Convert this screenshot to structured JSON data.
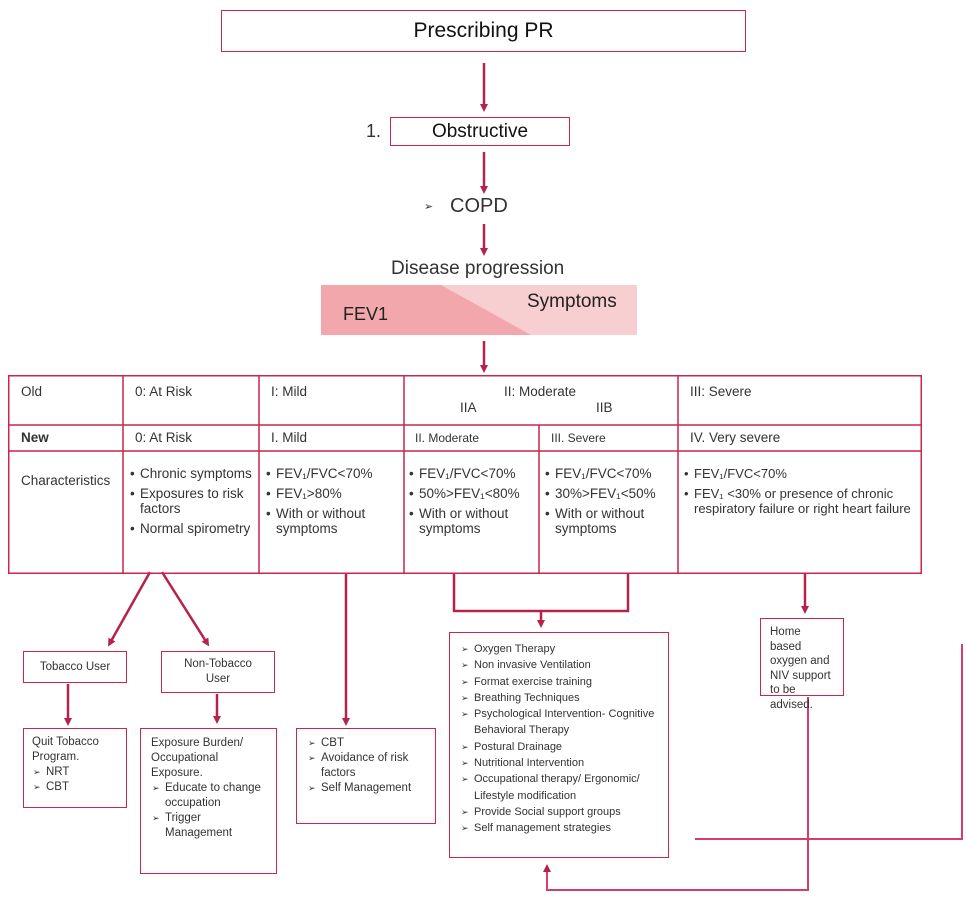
{
  "title": "Prescribing PR",
  "step": {
    "number": "1.",
    "label": "Obstructive"
  },
  "condition": {
    "bullet": "➢",
    "label": "COPD"
  },
  "progression": {
    "heading": "Disease progression",
    "left_label": "FEV1",
    "right_label": "Symptoms",
    "colors": {
      "left": "#f1a7ab",
      "right": "#f8cfd1"
    }
  },
  "table": {
    "old_row": {
      "label": "Old",
      "c1": "0: At Risk",
      "c2": "I: Mild",
      "c3": "II: Moderate",
      "c3a": "IIA",
      "c3b": "IIB",
      "c4": "III: Severe"
    },
    "new_row": {
      "label": "New",
      "c1": "0: At Risk",
      "c2": "I. Mild",
      "c3": "II. Moderate",
      "c4": "III. Severe",
      "c5": "IV. Very severe"
    },
    "char_row": {
      "label": "Characteristics",
      "c1": [
        "Chronic symptoms",
        "Exposures to risk factors",
        "Normal spirometry"
      ],
      "c2": [
        "FEV₁/FVC<70%",
        "FEV₁>80%",
        "With or without symptoms"
      ],
      "c3": [
        "FEV₁/FVC<70%",
        "50%>FEV₁<80%",
        "With or without symptoms"
      ],
      "c4": [
        "FEV₁/FVC<70%",
        "30%>FEV₁<50%",
        "With or without symptoms"
      ],
      "c5": [
        "FEV₁/FVC<70%",
        "FEV₁ <30% or presence of chronic respiratory failure or right heart failure"
      ]
    }
  },
  "branches": {
    "tobacco_user": "Tobacco User",
    "non_tobacco_user": "Non-Tobacco User",
    "quit_program": {
      "title": "Quit Tobacco Program.",
      "items": [
        "NRT",
        "CBT"
      ]
    },
    "exposure": {
      "title": "Exposure Burden/ Occupational Exposure.",
      "items": [
        "Educate to change occupation",
        "Trigger Management"
      ]
    },
    "mild_interventions": [
      "CBT",
      "Avoidance of risk factors",
      "Self Management"
    ],
    "moderate_interventions": [
      "Oxygen Therapy",
      "Non invasive Ventilation",
      "Format exercise training",
      "Breathing Techniques",
      "Psychological Intervention- Cognitive Behavioral Therapy",
      "Postural Drainage",
      "Nutritional Intervention",
      "Occupational therapy/ Ergonomic/ Lifestyle modification",
      "Provide Social support groups",
      "Self management strategies"
    ],
    "very_severe": "Home based oxygen and NIV support  to be advised."
  },
  "colors": {
    "accent": "#c8274f",
    "line": "#d63d6b"
  }
}
